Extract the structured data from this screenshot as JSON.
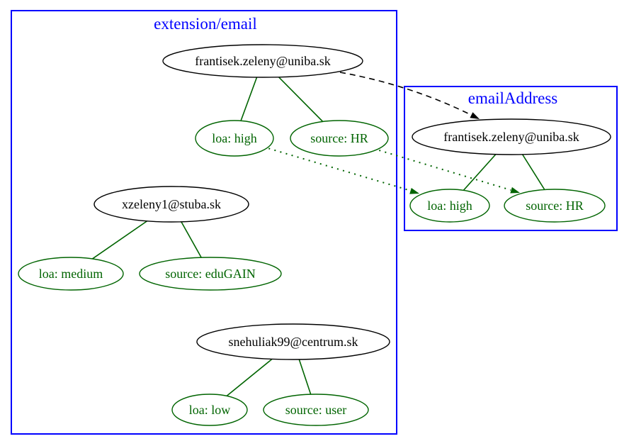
{
  "colors": {
    "cluster_border": "#0000ff",
    "cluster_label": "#0000ff",
    "email_node": "#000000",
    "attribute_node": "#006400",
    "solid_edge": "#006400",
    "dashed_mapping_edge": "#000000",
    "dotted_mapping_edge": "#006400",
    "background": "#ffffff"
  },
  "clusters": {
    "extension_email": {
      "label": "extension/email"
    },
    "email_address": {
      "label": "emailAddress"
    }
  },
  "nodes": {
    "ext_email1": {
      "label": "frantisek.zeleny@uniba.sk"
    },
    "ext_email1_loa": {
      "label": "loa: high"
    },
    "ext_email1_src": {
      "label": "source: HR"
    },
    "ext_email2": {
      "label": "xzeleny1@stuba.sk"
    },
    "ext_email2_loa": {
      "label": "loa: medium"
    },
    "ext_email2_src": {
      "label": "source: eduGAIN"
    },
    "ext_email3": {
      "label": "snehuliak99@centrum.sk"
    },
    "ext_email3_loa": {
      "label": "loa: low"
    },
    "ext_email3_src": {
      "label": "source: user"
    },
    "addr_email1": {
      "label": "frantisek.zeleny@uniba.sk"
    },
    "addr_email1_loa": {
      "label": "loa: high"
    },
    "addr_email1_src": {
      "label": "source: HR"
    }
  },
  "edges": [
    {
      "from": "ext_email1",
      "to": "ext_email1_loa",
      "style": "solid",
      "color": "#006400",
      "arrow": false
    },
    {
      "from": "ext_email1",
      "to": "ext_email1_src",
      "style": "solid",
      "color": "#006400",
      "arrow": false
    },
    {
      "from": "ext_email2",
      "to": "ext_email2_loa",
      "style": "solid",
      "color": "#006400",
      "arrow": false
    },
    {
      "from": "ext_email2",
      "to": "ext_email2_src",
      "style": "solid",
      "color": "#006400",
      "arrow": false
    },
    {
      "from": "ext_email3",
      "to": "ext_email3_loa",
      "style": "solid",
      "color": "#006400",
      "arrow": false
    },
    {
      "from": "ext_email3",
      "to": "ext_email3_src",
      "style": "solid",
      "color": "#006400",
      "arrow": false
    },
    {
      "from": "addr_email1",
      "to": "addr_email1_loa",
      "style": "solid",
      "color": "#006400",
      "arrow": false
    },
    {
      "from": "addr_email1",
      "to": "addr_email1_src",
      "style": "solid",
      "color": "#006400",
      "arrow": false
    },
    {
      "from": "ext_email1",
      "to": "addr_email1",
      "style": "dashed",
      "color": "#000000",
      "arrow": true
    },
    {
      "from": "ext_email1_loa",
      "to": "addr_email1_loa",
      "style": "dotted",
      "color": "#006400",
      "arrow": true
    },
    {
      "from": "ext_email1_src",
      "to": "addr_email1_src",
      "style": "dotted",
      "color": "#006400",
      "arrow": true
    }
  ]
}
